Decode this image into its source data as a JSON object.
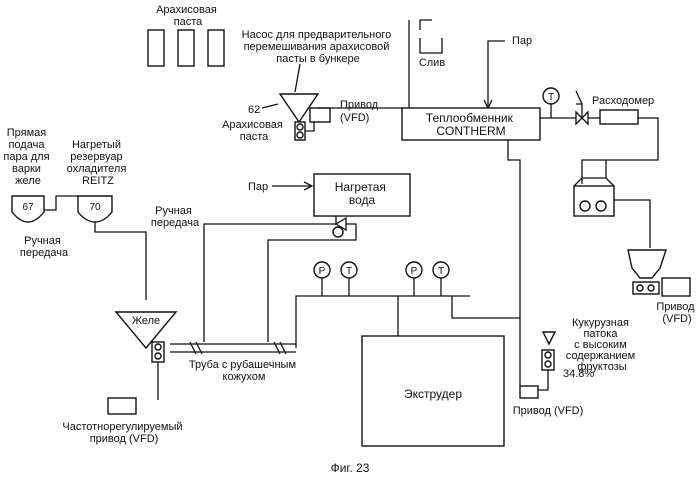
{
  "diagram": {
    "peanut_paste_top": [
      "Арахисовая",
      "паста"
    ],
    "premix_pump": [
      "Насос для предварительного",
      "перемешивания арахисовой",
      "пасты в бункере"
    ],
    "drain": "Слив",
    "steam_top": "Пар",
    "num_62": "62",
    "peanut_paste_hopper": [
      "Арахисовая",
      "паста"
    ],
    "drive_vfd_1": [
      "Привод",
      "(VFD)"
    ],
    "heat_exchanger": [
      "Теплообменник",
      "CONTHERM"
    ],
    "t_symbol": "T",
    "p_symbol": "P",
    "flowmeter": "Расходомер",
    "direct_steam": [
      "Прямая",
      "подача",
      "пара для",
      "варки",
      "желе"
    ],
    "heated_tank": [
      "Нагретый",
      "резервуар",
      "охладителя",
      "REITZ"
    ],
    "num_67": "67",
    "num_70": "70",
    "manual_transfer_1": [
      "Ручная",
      "передача"
    ],
    "manual_transfer_2": [
      "Ручная",
      "передача"
    ],
    "steam_mid": "Пар",
    "heated_water": [
      "Нагретая",
      "вода"
    ],
    "jelly": "Желе",
    "drive_vfd_right": [
      "Привод",
      "(VFD)"
    ],
    "hfcs": [
      "Кукурузная",
      "патока",
      "с высоким",
      "содержанием",
      "фруктозы"
    ],
    "percent": "34.8%",
    "jacketed_pipe": [
      "Труба с рубашечным",
      "кожухом"
    ],
    "extruder": "Экструдер",
    "vfd_drive_bottom": [
      "Частотнорегулируемый",
      "привод (VFD)"
    ],
    "drive_vfd_bottom_right": "Привод (VFD)",
    "caption": "Фиг. 23"
  }
}
